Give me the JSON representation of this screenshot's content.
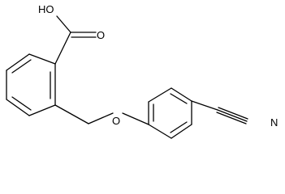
{
  "molecule": {
    "atoms": {
      "hydroxyl": "HO",
      "carbonyl_oxygen": "O",
      "ether_oxygen": "O",
      "nitrile_nitrogen": "N"
    },
    "colors": {
      "bond": "#000000",
      "label": "#000000",
      "background": "#ffffff"
    }
  }
}
